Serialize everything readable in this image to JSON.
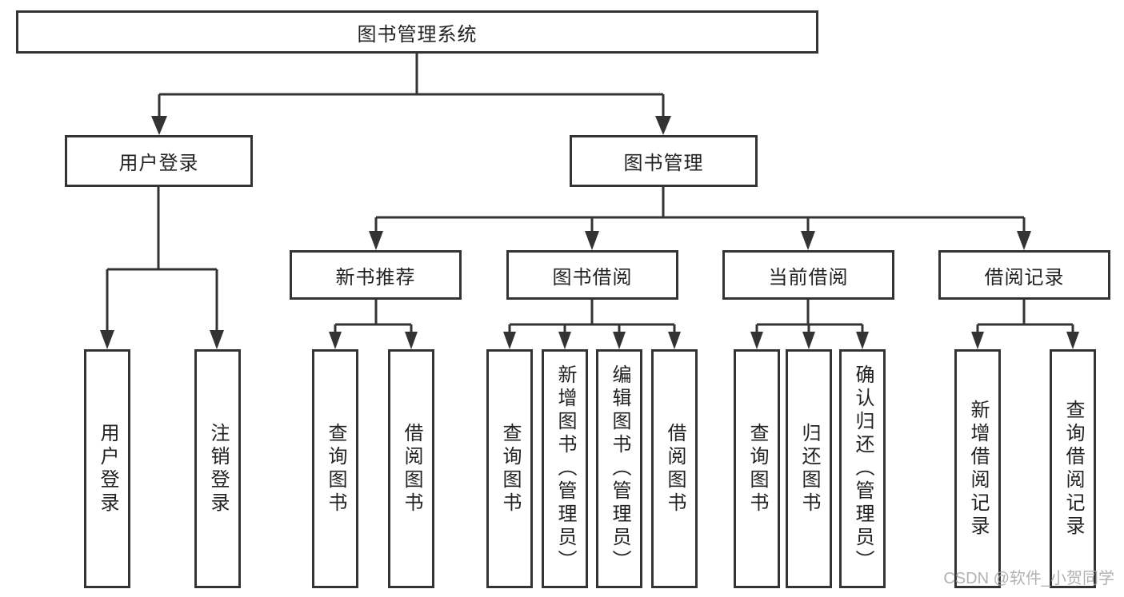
{
  "diagram_title": "图书管理系统",
  "tree": {
    "label": "图书管理系统",
    "children": [
      {
        "label": "用户登录",
        "children": [
          {
            "label": "用户登录"
          },
          {
            "label": "注销登录"
          }
        ]
      },
      {
        "label": "图书管理",
        "children": [
          {
            "label": "新书推荐",
            "children": [
              {
                "label": "查询图书"
              },
              {
                "label": "借阅图书"
              }
            ]
          },
          {
            "label": "图书借阅",
            "children": [
              {
                "label": "查询图书"
              },
              {
                "label": "新增图书（管理员）"
              },
              {
                "label": "编辑图书（管理员）"
              },
              {
                "label": "借阅图书"
              }
            ]
          },
          {
            "label": "当前借阅",
            "children": [
              {
                "label": "查询图书"
              },
              {
                "label": "归还图书"
              },
              {
                "label": "确认归还（管理员）"
              }
            ]
          },
          {
            "label": "借阅记录",
            "children": [
              {
                "label": "新增借阅记录"
              },
              {
                "label": "查询借阅记录"
              }
            ]
          }
        ]
      }
    ]
  },
  "watermark": {
    "text": "CSDN @软件_小贺同学"
  },
  "colors": {
    "line": "#333333",
    "box_border": "#333333",
    "text": "#222222",
    "background": "#ffffff",
    "watermark": "#aaaaaa"
  }
}
